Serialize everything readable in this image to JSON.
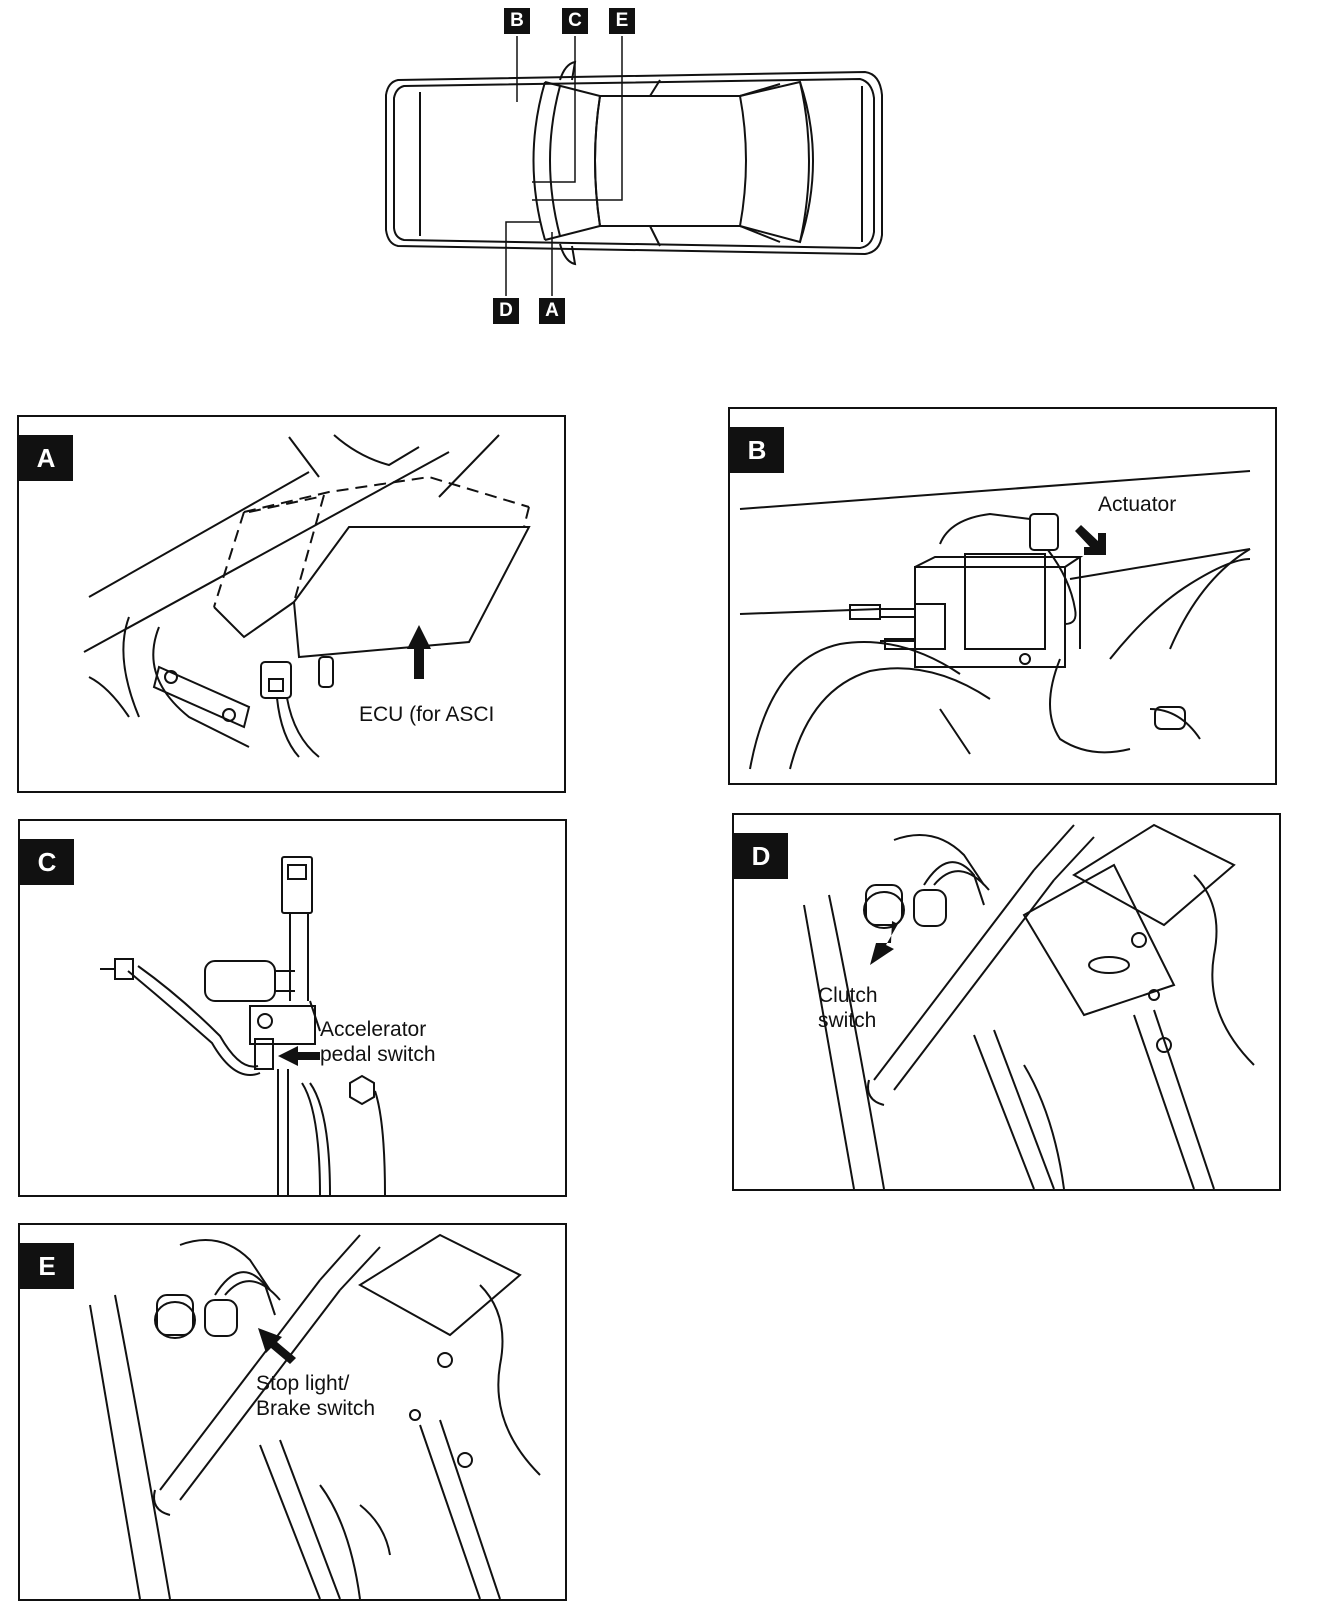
{
  "locator": {
    "keys_top": [
      "B",
      "C",
      "E"
    ],
    "keys_bottom": [
      "D",
      "A"
    ]
  },
  "panels": {
    "A": {
      "label": "A",
      "callout": "ECU (for ASCI"
    },
    "B": {
      "label": "B",
      "callout": "Actuator"
    },
    "C": {
      "label": "C",
      "callout_line1": "Accelerator",
      "callout_line2": "pedal switch"
    },
    "D": {
      "label": "D",
      "callout_line1": "Clutch",
      "callout_line2": "switch"
    },
    "E": {
      "label": "E",
      "callout_line1": "Stop light/",
      "callout_line2": "Brake switch"
    }
  }
}
